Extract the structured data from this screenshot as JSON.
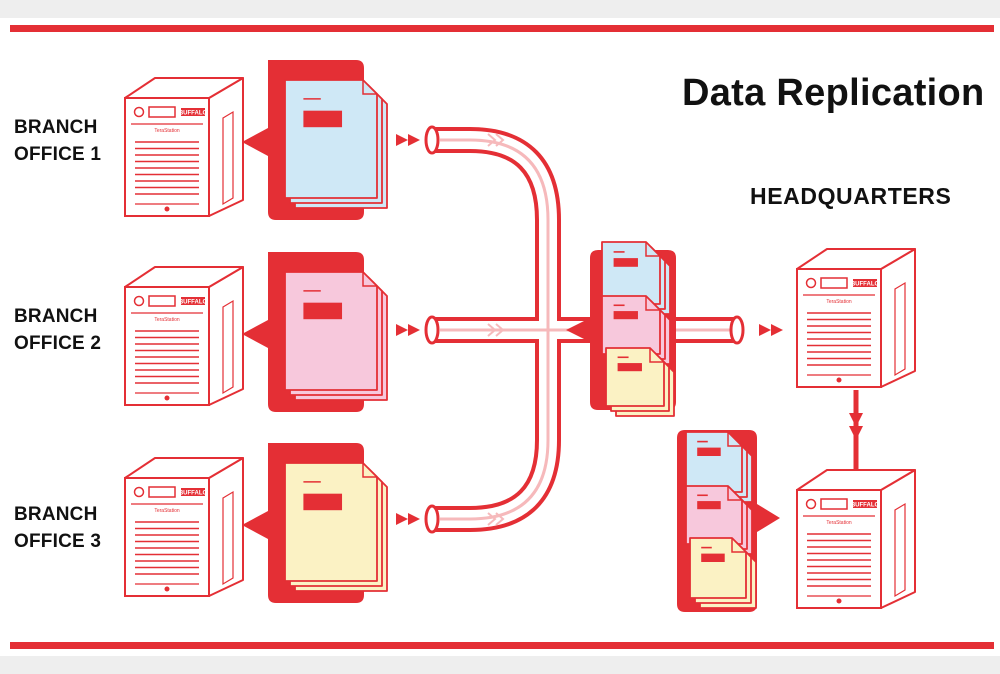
{
  "title": "Data Replication",
  "headquarters_label": "HEADQUARTERS",
  "branches": [
    {
      "line1": "BRANCH",
      "line2": "OFFICE 1"
    },
    {
      "line1": "BRANCH",
      "line2": "OFFICE 2"
    },
    {
      "line1": "BRANCH",
      "line2": "OFFICE 3"
    }
  ],
  "device_brand": "BUFFALO",
  "device_model": "TeraStation",
  "colors": {
    "accent": "#e42f35",
    "accent_light": "#f6b9bb",
    "doc_blue": "#cfe8f6",
    "doc_pink": "#f7c8dc",
    "doc_yellow": "#fbf2c4"
  }
}
